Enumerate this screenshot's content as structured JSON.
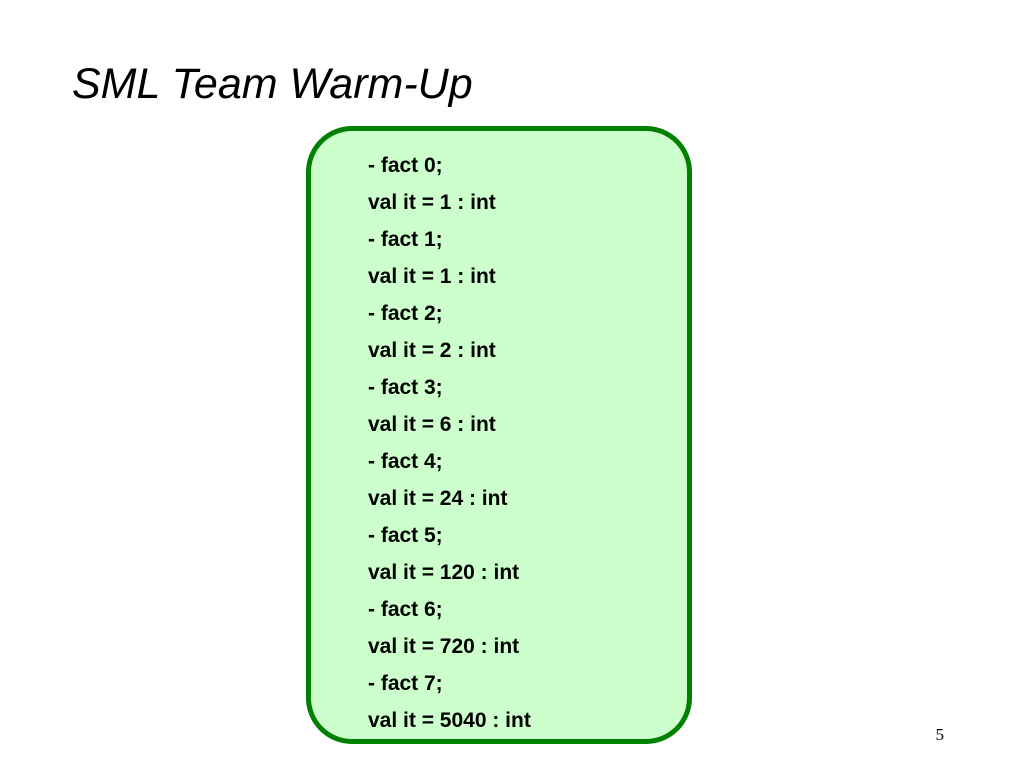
{
  "slide": {
    "title": "SML Team Warm-Up",
    "page_number": "5"
  },
  "code_box": {
    "fill_color": "#ccffcc",
    "border_color": "#008000",
    "lines": [
      "- fact 0;",
      "val it = 1 : int",
      "- fact 1;",
      "val it = 1 : int",
      "- fact 2;",
      "val it = 2 : int",
      "- fact 3;",
      "val it = 6 : int",
      "- fact 4;",
      "val it = 24 : int",
      "- fact 5;",
      "val it = 120 : int",
      "- fact 6;",
      "val it = 720 : int",
      "- fact 7;",
      "val it = 5040 : int"
    ]
  }
}
